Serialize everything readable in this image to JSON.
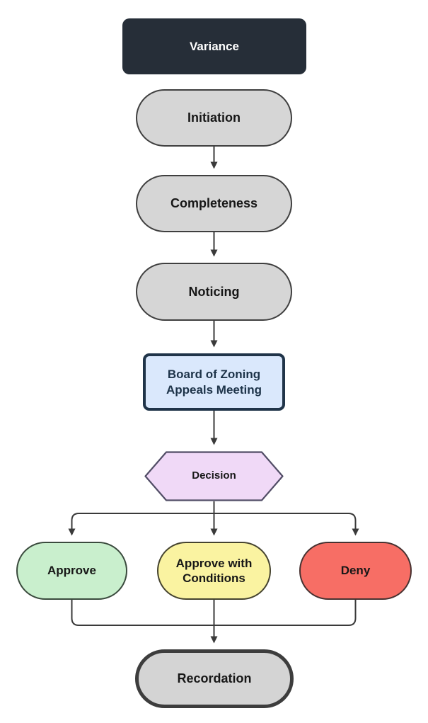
{
  "diagram": {
    "type": "flowchart",
    "background": "#ffffff",
    "connector_color": "#3a3a3a",
    "nodes": {
      "variance": {
        "label": "Variance",
        "shape": "rounded-rectangle",
        "fill": "#262e38",
        "text_color": "#ffffff"
      },
      "initiation": {
        "label": "Initiation",
        "shape": "stadium",
        "fill": "#d6d6d6",
        "border_color": "#3f3f3f",
        "text_color": "#171717"
      },
      "completeness": {
        "label": "Completeness",
        "shape": "stadium",
        "fill": "#d6d6d6",
        "border_color": "#3f3f3f",
        "text_color": "#171717"
      },
      "noticing": {
        "label": "Noticing",
        "shape": "stadium",
        "fill": "#d6d6d6",
        "border_color": "#3f3f3f",
        "text_color": "#171717"
      },
      "board_of_zoning_appeals_meeting": {
        "label": "Board of Zoning Appeals Meeting",
        "shape": "rectangle",
        "fill": "#dae8fc",
        "border_color": "#203449",
        "text_color": "#1d3349"
      },
      "decision": {
        "label": "Decision",
        "shape": "hexagon",
        "fill": "#f0d9f7",
        "border_color": "#514d66",
        "text_color": "#171717"
      },
      "approve": {
        "label": "Approve",
        "shape": "stadium",
        "fill": "#c9efcd",
        "border_color": "#3a4a3d",
        "text_color": "#171717"
      },
      "approve_with_conditions": {
        "label": "Approve with Conditions",
        "shape": "stadium",
        "fill": "#faf3a1",
        "border_color": "#45432f",
        "text_color": "#171717"
      },
      "deny": {
        "label": "Deny",
        "shape": "stadium",
        "fill": "#f76e65",
        "border_color": "#473231",
        "text_color": "#171717"
      },
      "recordation": {
        "label": "Recordation",
        "shape": "stadium",
        "fill": "#d4d4d4",
        "border_color": "#3d3d3d",
        "text_color": "#171717"
      }
    },
    "edges": [
      {
        "from": "initiation",
        "to": "completeness"
      },
      {
        "from": "completeness",
        "to": "noticing"
      },
      {
        "from": "noticing",
        "to": "board_of_zoning_appeals_meeting"
      },
      {
        "from": "board_of_zoning_appeals_meeting",
        "to": "decision"
      },
      {
        "from": "decision",
        "to": "approve"
      },
      {
        "from": "decision",
        "to": "approve_with_conditions"
      },
      {
        "from": "decision",
        "to": "deny"
      },
      {
        "from": "approve",
        "to": "recordation"
      },
      {
        "from": "approve_with_conditions",
        "to": "recordation"
      },
      {
        "from": "deny",
        "to": "recordation"
      }
    ]
  }
}
